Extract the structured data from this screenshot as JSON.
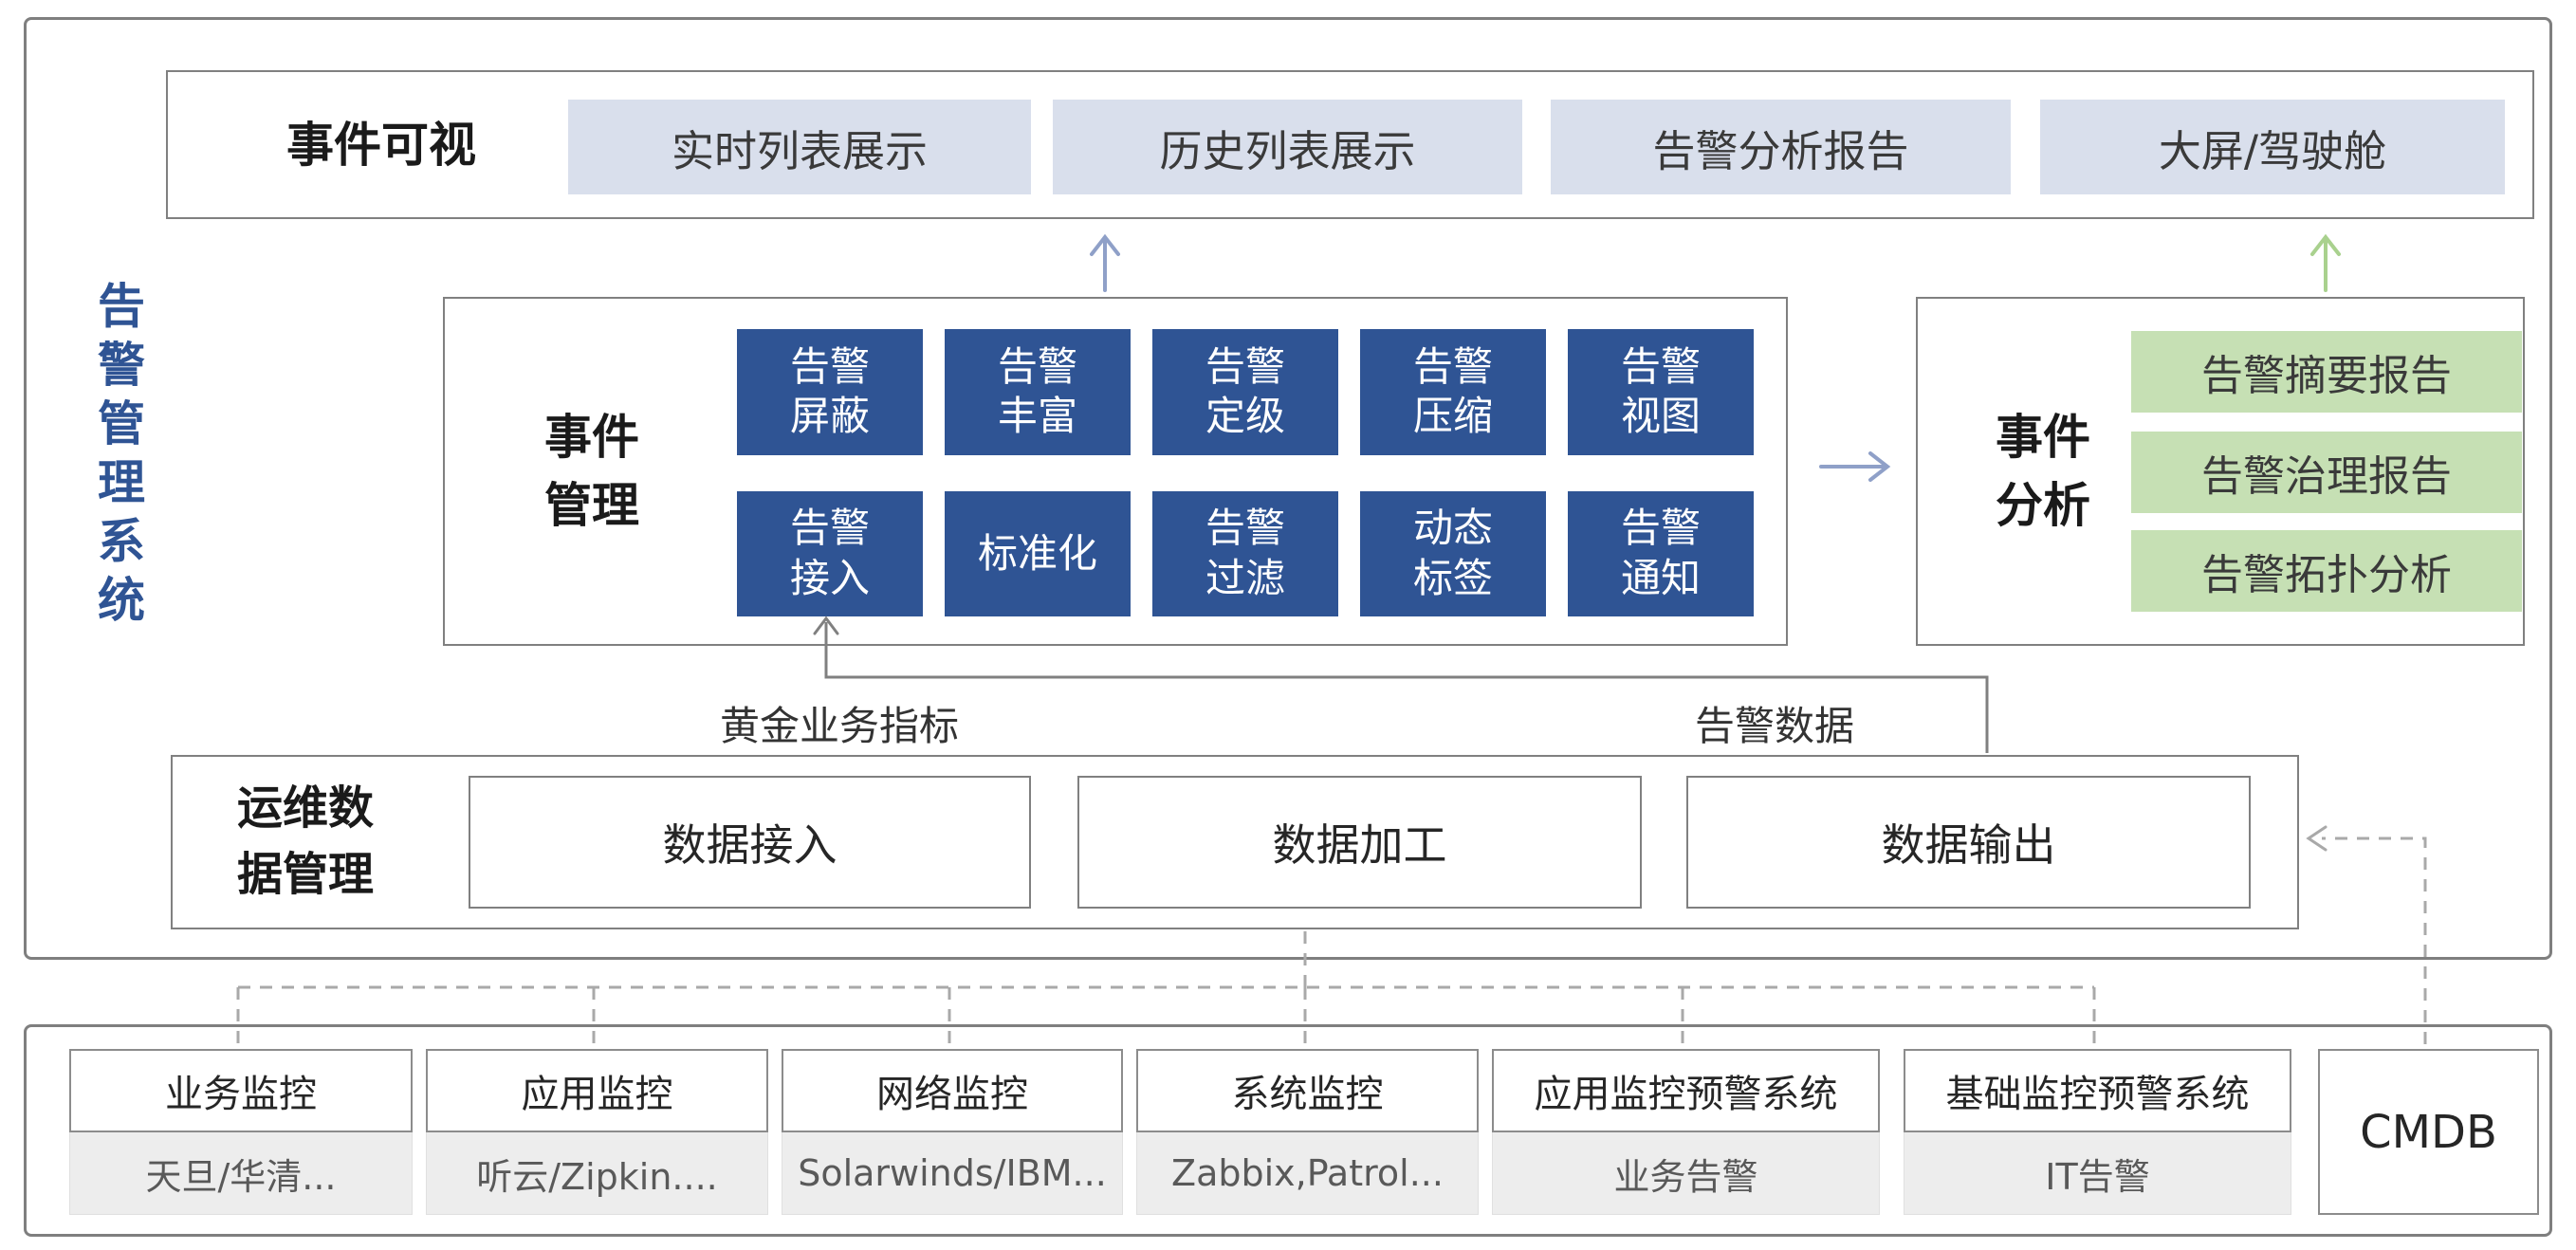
{
  "colors": {
    "dark_blue": "#2f5494",
    "light_blue_fill": "#d9dfec",
    "green_fill": "#c6e0b4",
    "arrow_blue": "#8fa0c8",
    "arrow_green": "#a9d18e",
    "border_gray": "#7f7f7f",
    "subtitle_fill": "#ededed",
    "title_blue": "#2f5494"
  },
  "system_title": "告警管理系统",
  "event_visualization": {
    "label": "事件可视",
    "items": [
      "实时列表展示",
      "历史列表展示",
      "告警分析报告",
      "大屏/驾驶舱"
    ]
  },
  "event_management": {
    "label": "事件\n管理",
    "items": [
      "告警\n屏蔽",
      "告警\n丰富",
      "告警\n定级",
      "告警\n压缩",
      "告警\n视图",
      "告警\n接入",
      "标准化",
      "告警\n过滤",
      "动态\n标签",
      "告警\n通知"
    ]
  },
  "event_analysis": {
    "label": "事件\n分析",
    "items": [
      "告警摘要报告",
      "告警治理报告",
      "告警拓扑分析"
    ]
  },
  "flow_labels": {
    "golden_metrics": "黄金业务指标",
    "alert_data": "告警数据"
  },
  "data_management": {
    "label": "运维数\n据管理",
    "items": [
      "数据接入",
      "数据加工",
      "数据输出"
    ]
  },
  "sources": [
    {
      "title": "业务监控",
      "subtitle": "天旦/华清..."
    },
    {
      "title": "应用监控",
      "subtitle": "听云/Zipkin...."
    },
    {
      "title": "网络监控",
      "subtitle": "Solarwinds/IBM..."
    },
    {
      "title": "系统监控",
      "subtitle": "Zabbix,Patrol..."
    },
    {
      "title": "应用监控预警系统",
      "subtitle": "业务告警"
    },
    {
      "title": "基础监控预警系统",
      "subtitle": "IT告警"
    },
    {
      "title": "CMDB",
      "subtitle": ""
    }
  ]
}
